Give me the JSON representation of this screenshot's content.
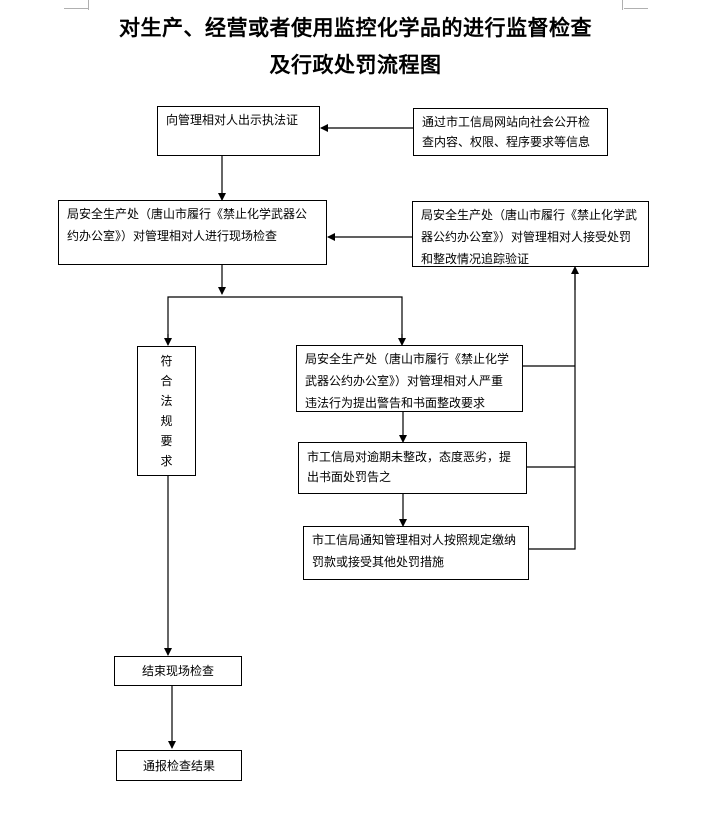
{
  "title": {
    "line1": "对生产、经营或者使用监控化学品的进行监督检查",
    "line2": "及行政处罚流程图"
  },
  "nodes": {
    "show_license": "向管理相对人出示执法证",
    "publish_info": "通过市工信局网站向社会公开检查内容、权限、程序要求等信息",
    "onsite_inspection": "局安全生产处（唐山市履行《禁止化学武器公约办公室》）对管理相对人进行现场检查",
    "followup_verification": "局安全生产处（唐山市履行《禁止化学武器公约办公室》）对管理相对人接受处罚和整改情况追踪验证",
    "compliant": "符合法规要求",
    "serious_violation": "局安全生产处（唐山市履行《禁止化学武器公约办公室》）对管理相对人严重违法行为提出警告和书面整改要求",
    "overdue_penalty": "市工信局对逾期未整改，态度恶劣，提出书面处罚告之",
    "fine_notice": "市工信局通知管理相对人按照规定缴纳罚款或接受其他处罚措施",
    "end_inspection": "结束现场检查",
    "report_result": "通报检查结果"
  }
}
